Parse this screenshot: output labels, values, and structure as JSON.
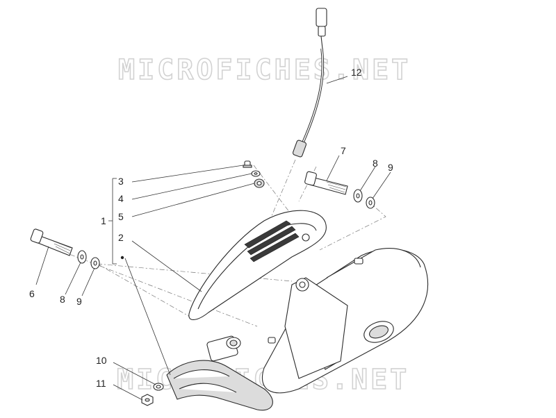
{
  "watermark": {
    "text": "MICROFICHES.NET"
  },
  "callouts": {
    "c1": "1",
    "c2": "2",
    "c3": "3",
    "c4": "4",
    "c5": "5",
    "c6": "6",
    "c7": "7",
    "c8a": "8",
    "c8b": "8",
    "c9a": "9",
    "c9b": "9",
    "c10": "10",
    "c11": "11",
    "c12": "12"
  },
  "parts": [
    "lambda-sensor-cable-icon",
    "bolt-icon",
    "washer-icon",
    "heat-shield-icon",
    "muffler-icon",
    "exhaust-pipe-icon",
    "nut-icon"
  ]
}
